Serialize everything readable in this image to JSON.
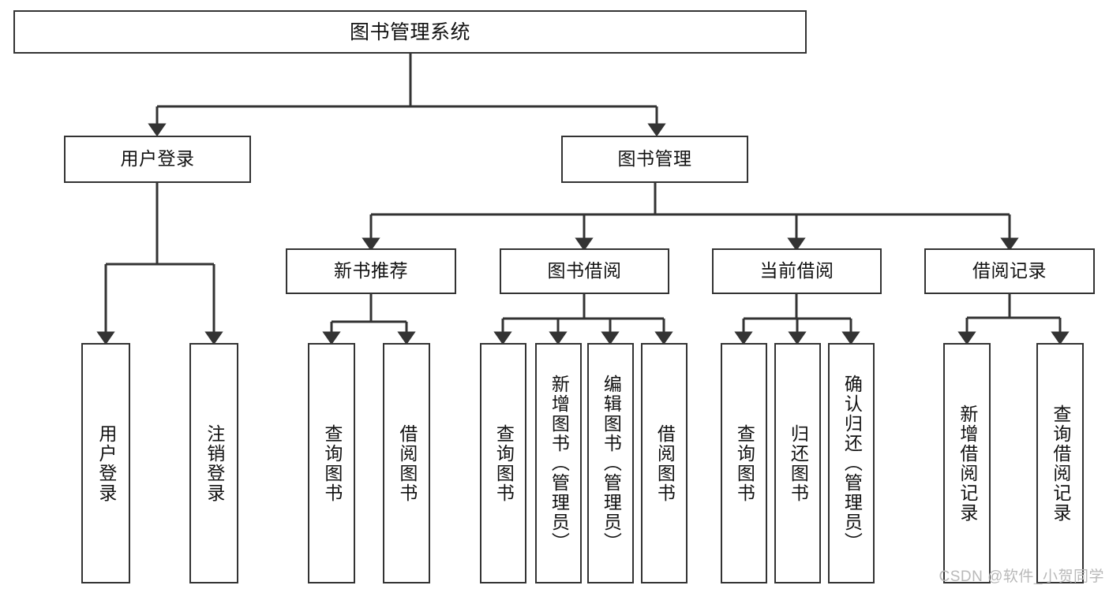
{
  "diagram": {
    "type": "tree-hierarchy-chart",
    "title": "图书管理系统",
    "colors": {
      "background": "#ffffff",
      "stroke": "#333333",
      "text": "#111111",
      "watermark": "#b9b9b9"
    },
    "root": {
      "id": "root",
      "label": "图书管理系统"
    },
    "level2": [
      {
        "id": "user-login",
        "label": "用户登录"
      },
      {
        "id": "book-management",
        "label": "图书管理"
      }
    ],
    "level3": [
      {
        "id": "new-book-recommend",
        "label": "新书推荐",
        "parent": "book-management"
      },
      {
        "id": "book-borrow",
        "label": "图书借阅",
        "parent": "book-management"
      },
      {
        "id": "current-borrow",
        "label": "当前借阅",
        "parent": "book-management"
      },
      {
        "id": "borrow-record",
        "label": "借阅记录",
        "parent": "book-management"
      }
    ],
    "leaves": [
      {
        "id": "leaf-user-login",
        "label": "用户登录",
        "parent": "user-login"
      },
      {
        "id": "leaf-user-logout",
        "label": "注销登录",
        "parent": "user-login"
      },
      {
        "id": "leaf-query-book-1",
        "label": "查询图书",
        "parent": "new-book-recommend"
      },
      {
        "id": "leaf-borrow-book-1",
        "label": "借阅图书",
        "parent": "new-book-recommend"
      },
      {
        "id": "leaf-query-book-2",
        "label": "查询图书",
        "parent": "book-borrow"
      },
      {
        "id": "leaf-add-book",
        "label": "新增图书（管理员）",
        "parent": "book-borrow"
      },
      {
        "id": "leaf-edit-book",
        "label": "编辑图书（管理员）",
        "parent": "book-borrow"
      },
      {
        "id": "leaf-borrow-book-2",
        "label": "借阅图书",
        "parent": "book-borrow"
      },
      {
        "id": "leaf-query-book-3",
        "label": "查询图书",
        "parent": "current-borrow"
      },
      {
        "id": "leaf-return-book",
        "label": "归还图书",
        "parent": "current-borrow"
      },
      {
        "id": "leaf-confirm-return",
        "label": "确认归还（管理员）",
        "parent": "current-borrow"
      },
      {
        "id": "leaf-add-record",
        "label": "新增借阅记录",
        "parent": "borrow-record"
      },
      {
        "id": "leaf-query-record",
        "label": "查询借阅记录",
        "parent": "borrow-record"
      }
    ],
    "watermark": "CSDN @软件_小贺同学"
  }
}
